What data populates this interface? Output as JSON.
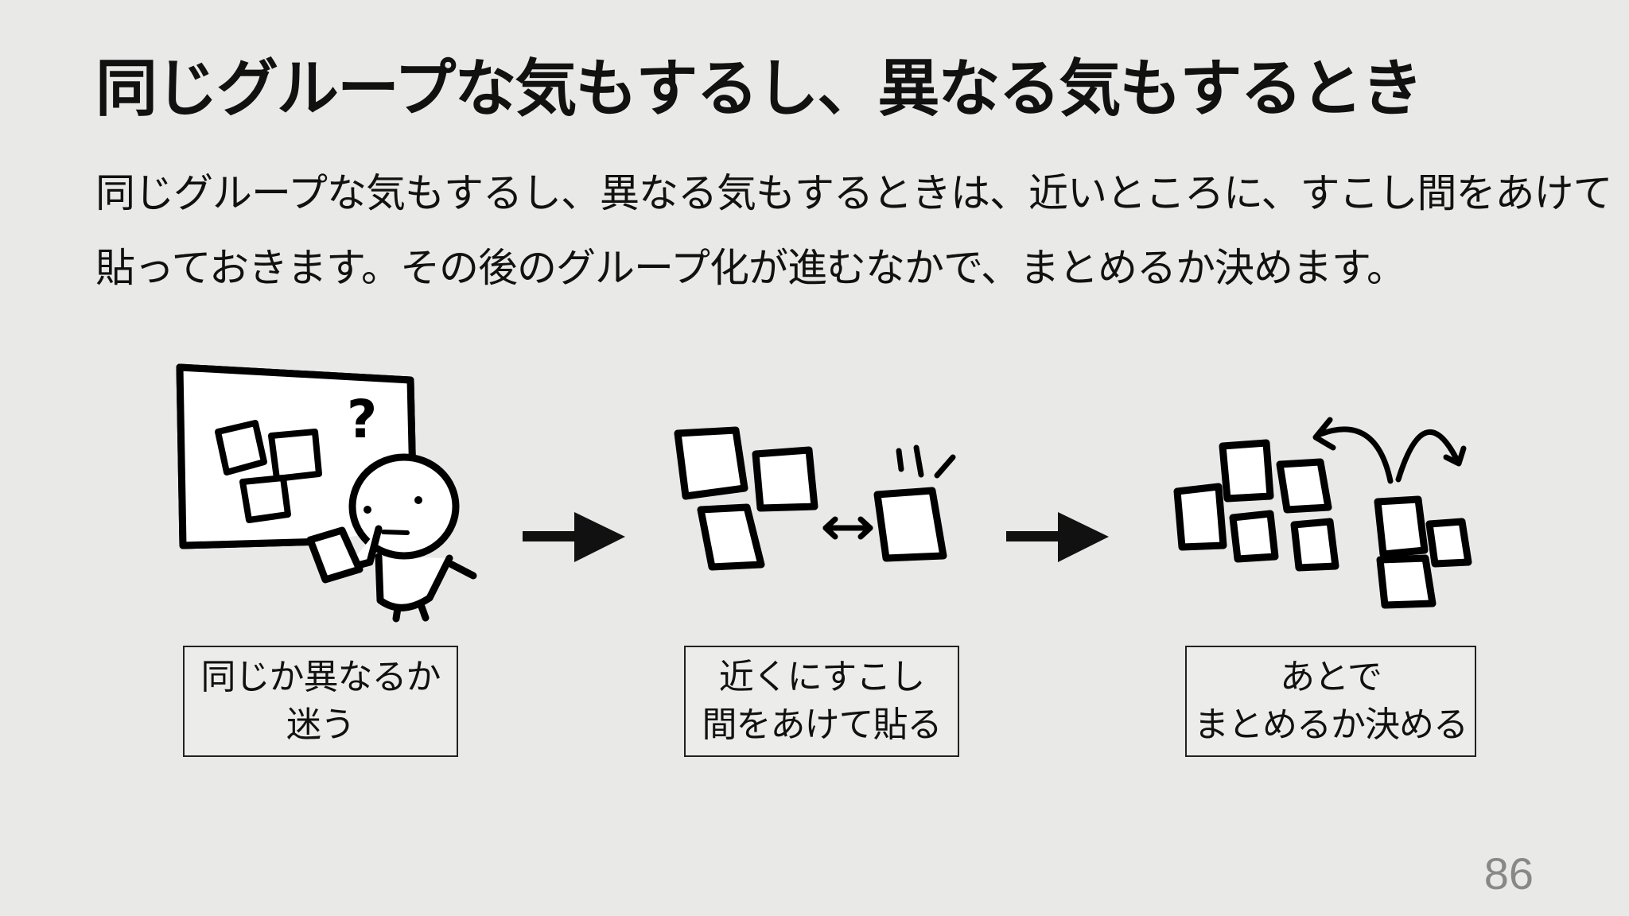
{
  "slide": {
    "title": "同じグループな気もするし、異なる気もするとき",
    "body_lines": [
      "同じグループな気もするし、異なる気もするときは、近いところに、すこし間をあけて",
      "貼っておきます。その後のグループ化が進むなかで、まとめるか決めます。"
    ],
    "captions": [
      {
        "line1": "同じか異なるか",
        "line2": "迷う"
      },
      {
        "line1": "近くにすこし",
        "line2": "間をあけて貼る"
      },
      {
        "line1": "あとで",
        "line2": "まとめるか決める"
      }
    ],
    "page_number": "86"
  },
  "illustration": {
    "question_mark": "?",
    "icons": [
      "whiteboard-icon",
      "stick-figure-icon",
      "sticky-note-icon",
      "arrow-right-icon",
      "double-arrow-icon",
      "curved-arrow-icon"
    ]
  }
}
